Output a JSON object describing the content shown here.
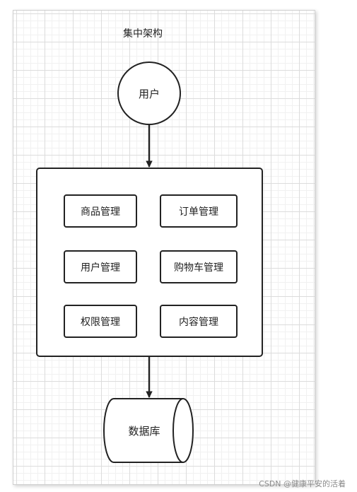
{
  "title": "集中架构",
  "user_node": "用户",
  "modules": [
    "商品管理",
    "订单管理",
    "用户管理",
    "购物车管理",
    "权限管理",
    "内容管理"
  ],
  "database_node": "数据库",
  "watermark": "CSDN @健康平安的活着"
}
